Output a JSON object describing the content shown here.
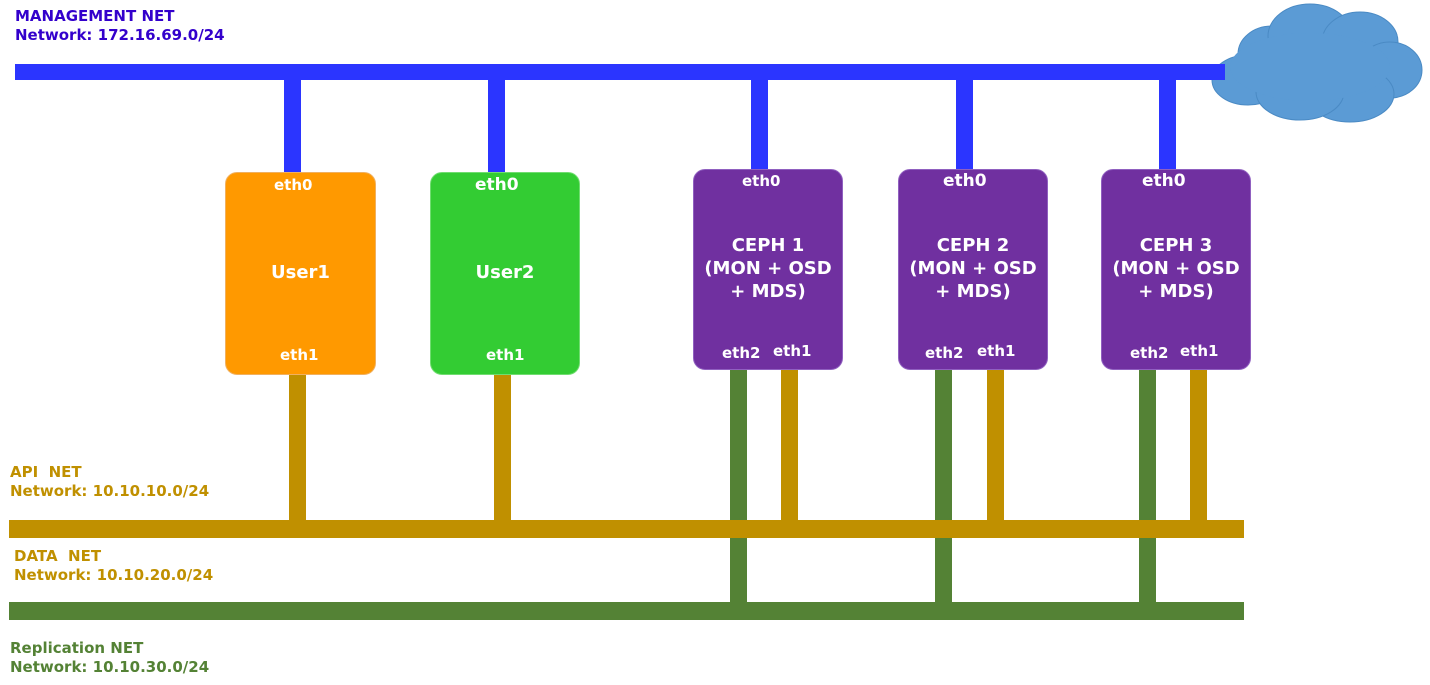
{
  "networks": {
    "management": {
      "name": "MANAGEMENT NET",
      "network": "Network: 172.16.69.0/24"
    },
    "api": {
      "name": "API  NET",
      "network": "Network: 10.10.10.0/24"
    },
    "data": {
      "name": "DATA  NET",
      "network": "Network: 10.10.20.0/24"
    },
    "replication": {
      "name": "Replication NET",
      "network": "Network: 10.10.30.0/24"
    }
  },
  "nodes": {
    "user1": {
      "title": "User1",
      "eth0": "eth0",
      "eth1": "eth1"
    },
    "user2": {
      "title": "User2",
      "eth0": "eth0",
      "eth1": "eth1"
    },
    "ceph1": {
      "line1": "CEPH 1",
      "line2": "(MON + OSD",
      "line3": "+ MDS)",
      "eth0": "eth0",
      "eth1": "eth1",
      "eth2": "eth2"
    },
    "ceph2": {
      "line1": "CEPH 2",
      "line2": "(MON + OSD",
      "line3": "+ MDS)",
      "eth0": "eth0",
      "eth1": "eth1",
      "eth2": "eth2"
    },
    "ceph3": {
      "line1": "CEPH 3",
      "line2": "(MON + OSD",
      "line3": "+ MDS)",
      "eth0": "eth0",
      "eth1": "eth1",
      "eth2": "eth2"
    }
  },
  "colors": {
    "management": "#2b35ff",
    "api": "#c09000",
    "replication": "#548235",
    "user1": "#ff9900",
    "user2": "#33cc33",
    "ceph": "#7030a0",
    "cloud": "#5b9bd5",
    "management_text": "#3300cc"
  },
  "icons": {
    "internet": "cloud-icon"
  }
}
